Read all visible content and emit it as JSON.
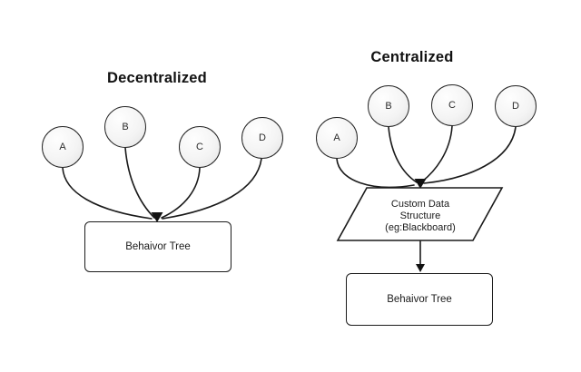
{
  "diagram": {
    "left": {
      "title": "Decentralized",
      "nodes": [
        {
          "label": "A"
        },
        {
          "label": "B"
        },
        {
          "label": "C"
        },
        {
          "label": "D"
        }
      ],
      "target": {
        "label": "Behaivor Tree",
        "shape": "rounded-rectangle"
      }
    },
    "right": {
      "title": "Centralized",
      "nodes": [
        {
          "label": "A"
        },
        {
          "label": "B"
        },
        {
          "label": "C"
        },
        {
          "label": "D"
        }
      ],
      "intermediate": {
        "shape": "parallelogram",
        "lines": [
          "Custom Data",
          "Structure",
          "(eg:Blackboard)"
        ]
      },
      "target": {
        "label": "Behaivor Tree",
        "shape": "rounded-rectangle"
      }
    },
    "colors": {
      "line": "#1a1a1a",
      "node_fill": "#f2f2f2",
      "background": "#ffffff",
      "text": "#1a1a1a"
    }
  }
}
